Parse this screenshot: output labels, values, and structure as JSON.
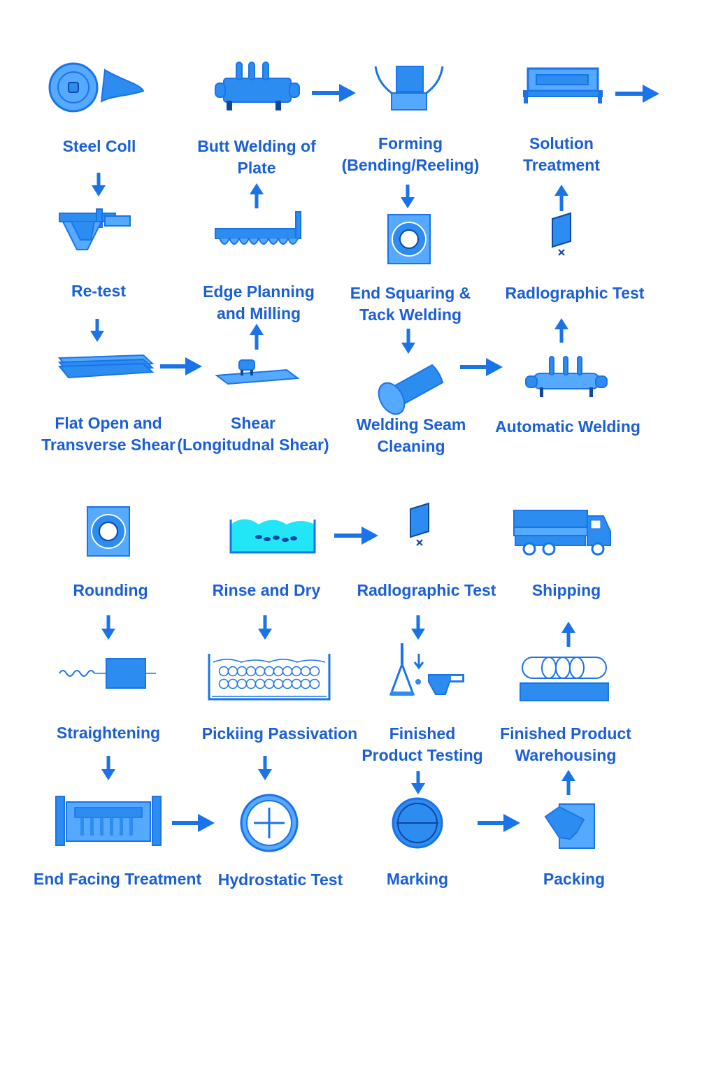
{
  "colors": {
    "primary": "#1a73e8",
    "fill": "#2d8cf0",
    "light": "#55aaff",
    "dark": "#0d47a1",
    "water": "#22e5f5",
    "text": "#1a5fd6"
  },
  "steps": [
    {
      "id": "steel-coil",
      "lines": [
        "Steel Coll"
      ],
      "icon": "steel-coil-icon"
    },
    {
      "id": "butt-welding",
      "lines": [
        "Butt Welding of",
        "Plate"
      ],
      "icon": "butt-welding-icon"
    },
    {
      "id": "forming",
      "lines": [
        "Forming",
        "(Bending/Reeling)"
      ],
      "icon": "forming-icon"
    },
    {
      "id": "solution-treatment",
      "lines": [
        "Solution",
        "Treatment"
      ],
      "icon": "furnace-icon"
    },
    {
      "id": "re-test",
      "lines": [
        "Re-test"
      ],
      "icon": "clamp-icon"
    },
    {
      "id": "edge-planning",
      "lines": [
        "Edge Planning",
        "and Milling"
      ],
      "icon": "milling-icon"
    },
    {
      "id": "end-squaring",
      "lines": [
        "End Squaring &",
        "Tack Welding"
      ],
      "icon": "ring-icon"
    },
    {
      "id": "radiographic-test-1",
      "lines": [
        "Radlographic Test"
      ],
      "icon": "film-icon"
    },
    {
      "id": "flat-open",
      "lines": [
        "Flat Open and",
        "Transverse Shear"
      ],
      "icon": "plate-stack-icon"
    },
    {
      "id": "shear",
      "lines": [
        "Shear",
        "(Longitudnal Shear)"
      ],
      "icon": "shear-icon"
    },
    {
      "id": "welding-seam-cleaning",
      "lines": [
        "Welding Seam",
        "Cleaning"
      ],
      "icon": "pipe-icon"
    },
    {
      "id": "automatic-welding",
      "lines": [
        "Automatic Welding"
      ],
      "icon": "welding-machine-icon"
    },
    {
      "id": "rounding",
      "lines": [
        "Rounding"
      ],
      "icon": "ring-icon"
    },
    {
      "id": "rinse-and-dry",
      "lines": [
        "Rinse and Dry"
      ],
      "icon": "water-tank-icon"
    },
    {
      "id": "radiographic-test-2",
      "lines": [
        "Radlographic Test"
      ],
      "icon": "film-icon"
    },
    {
      "id": "shipping",
      "lines": [
        "Shipping"
      ],
      "icon": "truck-icon"
    },
    {
      "id": "straightening",
      "lines": [
        "Straightening"
      ],
      "icon": "straightener-icon"
    },
    {
      "id": "pickling-passivation",
      "lines": [
        "Pickiing Passivation"
      ],
      "icon": "pickling-tank-icon"
    },
    {
      "id": "finished-product-testing",
      "lines": [
        "Finished",
        "Product Testing"
      ],
      "icon": "testing-icon"
    },
    {
      "id": "warehousing",
      "lines": [
        "Finished Product",
        "Warehousing"
      ],
      "icon": "warehouse-icon"
    },
    {
      "id": "end-facing",
      "lines": [
        "End Facing Treatment"
      ],
      "icon": "end-facing-icon"
    },
    {
      "id": "hydrostatic-test",
      "lines": [
        "Hydrostatic Test"
      ],
      "icon": "gauge-icon"
    },
    {
      "id": "marking",
      "lines": [
        "Marking"
      ],
      "icon": "marking-icon"
    },
    {
      "id": "packing",
      "lines": [
        "Packing"
      ],
      "icon": "packing-icon"
    }
  ],
  "arrows": [
    {
      "from": "butt-welding",
      "to": "forming"
    },
    {
      "from": "solution-treatment",
      "to": "rounding"
    },
    {
      "from": "steel-coil",
      "to": "re-test"
    },
    {
      "from": "edge-planning",
      "to": "butt-welding"
    },
    {
      "from": "forming",
      "to": "end-squaring"
    },
    {
      "from": "radiographic-test-1",
      "to": "solution-treatment"
    },
    {
      "from": "re-test",
      "to": "flat-open"
    },
    {
      "from": "shear",
      "to": "edge-planning"
    },
    {
      "from": "end-squaring",
      "to": "welding-seam-cleaning"
    },
    {
      "from": "automatic-welding",
      "to": "radiographic-test-1"
    },
    {
      "from": "flat-open",
      "to": "shear"
    },
    {
      "from": "welding-seam-cleaning",
      "to": "automatic-welding"
    },
    {
      "from": "rinse-and-dry",
      "to": "radiographic-test-2"
    },
    {
      "from": "rounding",
      "to": "straightening"
    },
    {
      "from": "rinse-and-dry",
      "to": "pickling-passivation"
    },
    {
      "from": "radiographic-test-2",
      "to": "finished-product-testing"
    },
    {
      "from": "warehousing",
      "to": "shipping"
    },
    {
      "from": "straightening",
      "to": "end-facing"
    },
    {
      "from": "pickling-passivation",
      "to": "hydrostatic-test"
    },
    {
      "from": "finished-product-testing",
      "to": "marking"
    },
    {
      "from": "packing",
      "to": "warehousing"
    },
    {
      "from": "end-facing",
      "to": "hydrostatic-test"
    },
    {
      "from": "marking",
      "to": "packing"
    }
  ]
}
